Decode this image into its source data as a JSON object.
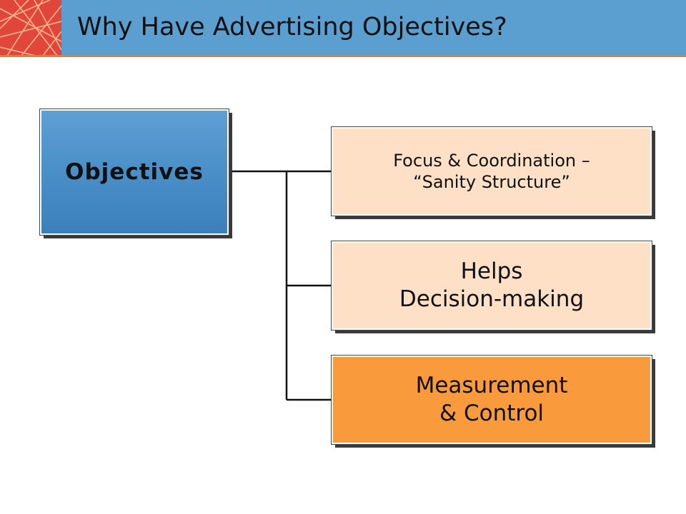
{
  "header": {
    "title": "Why Have Advertising Objectives?"
  },
  "colors": {
    "header_bg": "#5b9fd1",
    "header_rule": "#d8833a",
    "logo_bg": "#e0473a",
    "root_box": "#4a8fc8",
    "child_box": "#fde0c6",
    "child_box_highlight": "#f99a3c"
  },
  "diagram": {
    "root": {
      "label": "Objectives"
    },
    "children": [
      {
        "label": "Focus & Coordination –\n“Sanity Structure”",
        "highlighted": false
      },
      {
        "label": "Helps\nDecision-making",
        "highlighted": false
      },
      {
        "label": "Measurement\n& Control",
        "highlighted": true
      }
    ]
  }
}
